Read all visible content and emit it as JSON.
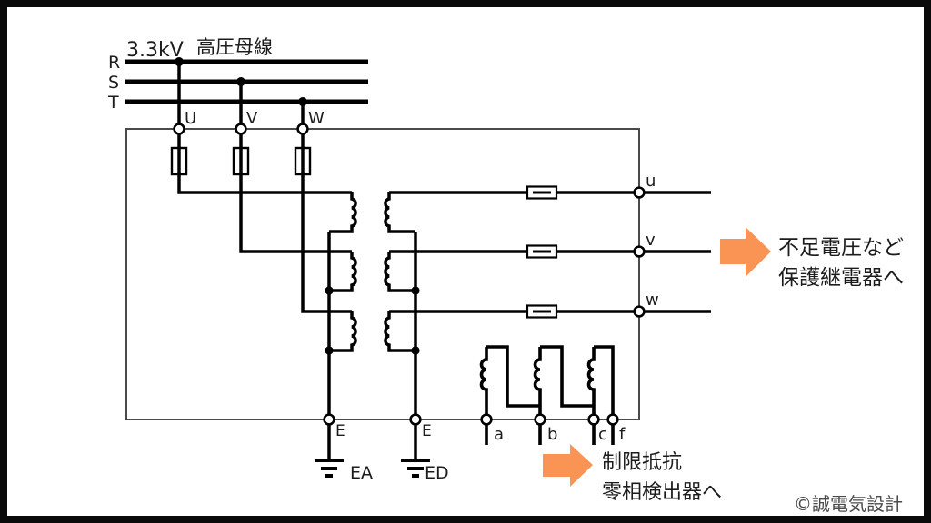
{
  "diagram": {
    "voltage": "3.3kV",
    "bus_title": "高圧母線",
    "phases": {
      "r": "R",
      "s": "S",
      "t": "T"
    },
    "primary_terminals": {
      "u": "U",
      "v": "V",
      "w": "W"
    },
    "secondary_terminals": {
      "u": "u",
      "v": "v",
      "w": "w"
    },
    "earth": {
      "primary_label": "E",
      "secondary_label": "E",
      "primary_name": "EA",
      "secondary_name": "ED"
    },
    "tertiary_terminals": {
      "a": "a",
      "b": "b",
      "c": "c",
      "f": "f"
    },
    "annotations": {
      "relay_line1": "不足電圧など",
      "relay_line2": "保護継電器へ",
      "detector_line1": "制限抵抗",
      "detector_line2": "零相検出器へ"
    },
    "copyright": "©誠電気設計",
    "colors": {
      "arrow": "#F99455",
      "wire": "#000000",
      "enclosure": "#4a4a4a",
      "frame": "#0a0a0a"
    }
  }
}
